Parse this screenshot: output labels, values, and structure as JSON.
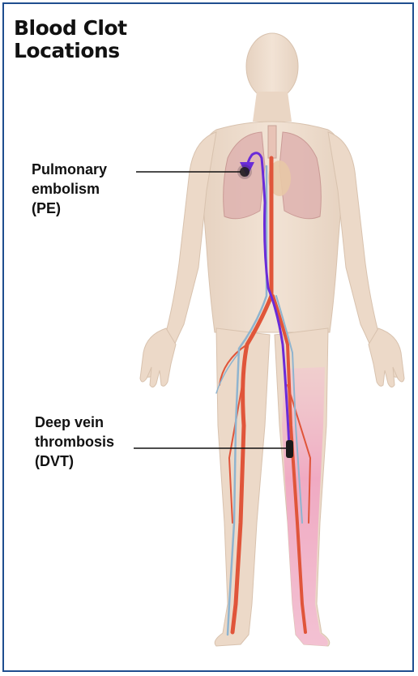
{
  "title": {
    "line1": "Blood Clot",
    "line2": "Locations"
  },
  "labels": {
    "pe": {
      "line1": "Pulmonary",
      "line2": "embolism",
      "line3": "(PE)"
    },
    "dvt": {
      "line1": "Deep vein",
      "line2": "thrombosis",
      "line3": "(DVT)"
    }
  },
  "colors": {
    "border": "#1f4e8f",
    "skin": "#eedccb",
    "lungs": "#d9a9a6",
    "artery": "#e0553a",
    "vein": "#8fb4cf",
    "clot_path": "#6a2bd8",
    "affected_leg": "#f2a7c6",
    "clot": "#1a1a1a"
  }
}
